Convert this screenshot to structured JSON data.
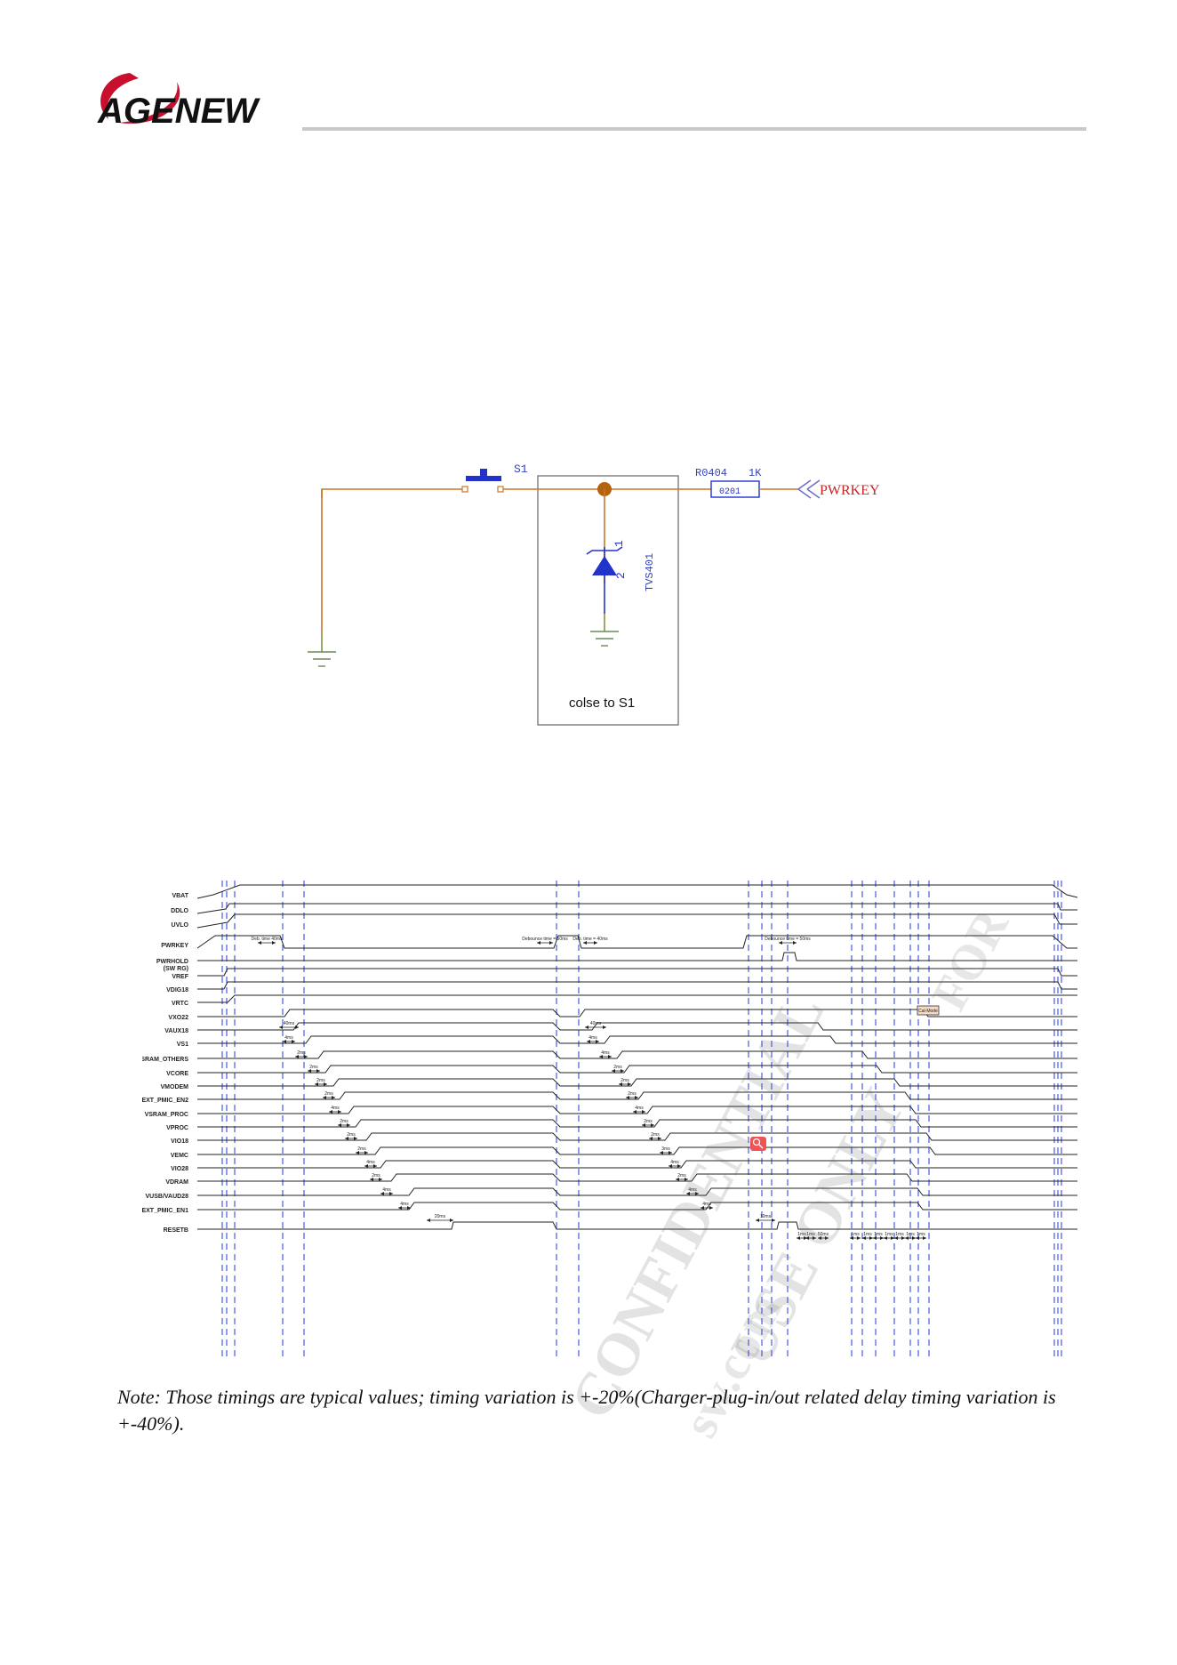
{
  "header": {
    "logo_text": "AGENEW"
  },
  "schematic": {
    "switch_ref": "S1",
    "resistor_ref": "R0404",
    "resistor_value": "1K",
    "resistor_package": "0201",
    "net_label": "PWRKEY",
    "tvs_ref": "TVS401",
    "tvs_pin1": "1",
    "tvs_pin2": "2",
    "box_caption": "colse  to S1",
    "wire_color": "#c8772a",
    "component_color": "#2233cc",
    "label_color": "#3344bb",
    "net_color": "#cc2222"
  },
  "timing": {
    "signals": [
      "VBAT",
      "DDLO",
      "UVLO",
      "PWRKEY",
      "PWRHOLD\n(SW RG)",
      "VREF",
      "VDIG18",
      "VRTC",
      "VXO22",
      "VAUX18",
      "VS1",
      "VSRAM_OTHERS",
      "VCORE",
      "VMODEM",
      "EXT_PMIC_EN2",
      "VSRAM_PROC",
      "VPROC",
      "VIO18",
      "VEMC",
      "VIO28",
      "VDRAM",
      "VUSB/VAUD28",
      "EXT_PMIC_EN1",
      "RESETB"
    ],
    "annotations": {
      "pwrkey_1": "Deb. time 40ms",
      "pwrkey_2": "Debounce time = 50ms",
      "pwrkey_3": "Deb. time = 40ms",
      "pwrkey_4": "Debounce time = 50ms",
      "vxo22_on": "40ms",
      "vxo22_on2": "40ms",
      "resetb": "20ms",
      "resetb2": "10ms",
      "coldmode": "Cal-Mode"
    },
    "step_delays": [
      "4ms",
      "2ms",
      "2ms",
      "2ms",
      "2ms",
      "4ms",
      "2ms",
      "2ms",
      "2ms",
      "4ms",
      "2ms",
      "4ms",
      "4ms"
    ],
    "step_delays_2": [
      "4ms",
      "4ms",
      "2ms",
      "2ms",
      "2ms",
      "4ms",
      "2ms",
      "2ms",
      "3ms",
      "4ms",
      "2ms",
      "4ms",
      "4ms"
    ],
    "off_delays": [
      "1ms",
      "1ms",
      "50ms",
      "1ms",
      "1ms",
      "1ms",
      "1ms",
      "1ms",
      "1ms",
      "1ms"
    ]
  },
  "note": "Note: Those timings are typical values; timing variation is +-20%(Charger-plug-in/out related delay timing variation is +-40%).",
  "watermark": {
    "line1": "CONFIDENTIAL",
    "line2": "FOR",
    "line3": "USE ONLY",
    "line4": "sw.com"
  }
}
